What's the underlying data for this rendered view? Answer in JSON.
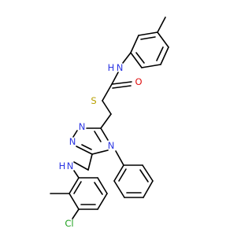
{
  "atom_labels": {
    "amide_n": "N",
    "amide_h": "H",
    "carbonyl_o": "O",
    "sulfur": "S",
    "triazole_n1": "N",
    "triazole_n2": "N",
    "triazole_n4": "N",
    "amine_h": "H",
    "amine_n": "N",
    "chlorine": "Cl"
  },
  "colors": {
    "bond": "#000000",
    "nitrogen": "#2b35e3",
    "oxygen": "#e01010",
    "sulfur": "#b8a000",
    "chlorine": "#1fa01f"
  }
}
